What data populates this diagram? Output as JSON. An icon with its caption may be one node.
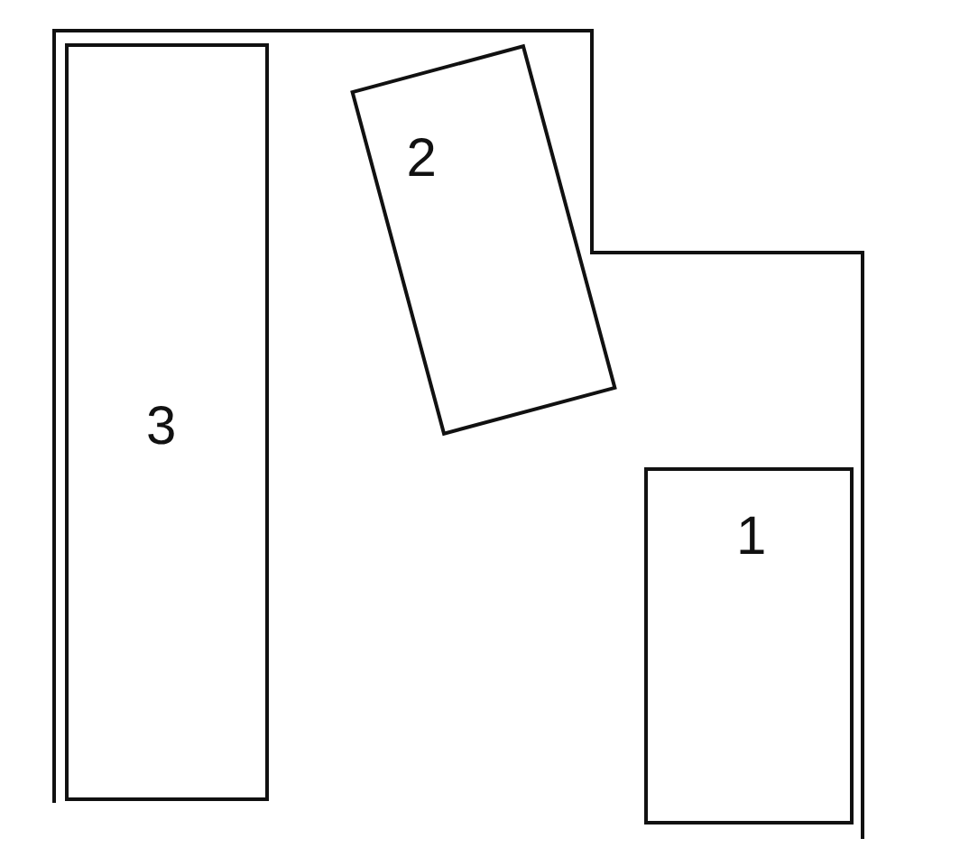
{
  "diagram": {
    "nodes": [
      {
        "text": [
          "2"
        ]
      },
      {
        "text": [
          "3"
        ]
      },
      {
        "text": [
          "1"
        ]
      }
    ]
  }
}
